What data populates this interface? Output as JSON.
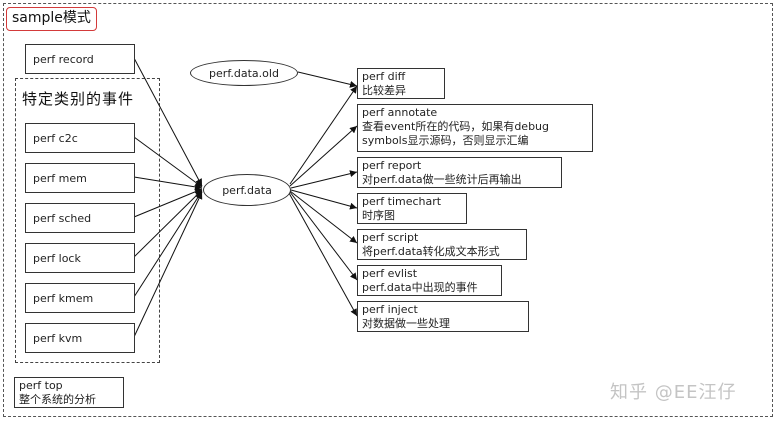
{
  "diagram": {
    "mode_title": "sample模式",
    "event_group_title": "特定类别的事件",
    "record_box": "perf record",
    "event_items": [
      "perf c2c",
      "perf mem",
      "perf sched",
      "perf lock",
      "perf kmem",
      "perf kvm"
    ],
    "data_old": "perf.data.old",
    "data_center": "perf.data",
    "commands": [
      {
        "name": "perf diff",
        "desc": "比较差异"
      },
      {
        "name": "perf annotate",
        "desc": "查看event所在的代码，如果有debug",
        "desc2": "symbols显示源码，否则显示汇编"
      },
      {
        "name": "perf report",
        "desc": "对perf.data做一些统计后再输出"
      },
      {
        "name": "perf timechart",
        "desc": "时序图"
      },
      {
        "name": "perf script",
        "desc": "将perf.data转化成文本形式"
      },
      {
        "name": "perf evlist",
        "desc": "perf.data中出现的事件"
      },
      {
        "name": "perf inject",
        "desc": "对数据做一些处理"
      }
    ],
    "top_box": {
      "name": "perf top",
      "desc": "整个系统的分析"
    },
    "watermark": "知乎 @EE汪仔"
  }
}
